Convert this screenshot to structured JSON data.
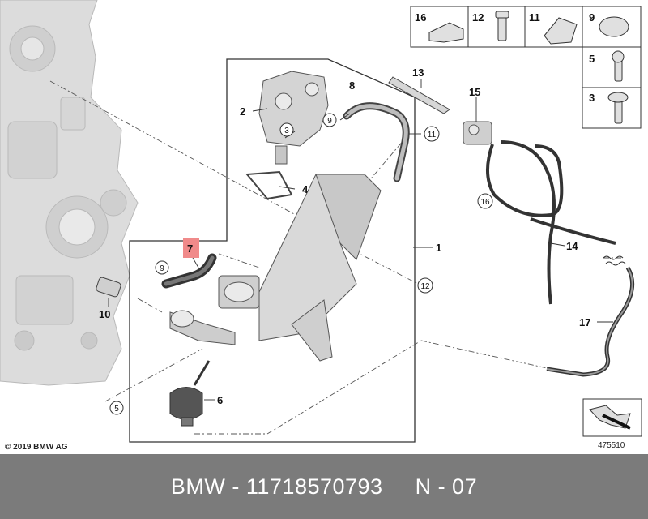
{
  "diagram": {
    "copyright": "© 2019 BMW AG",
    "reference_number": "475510",
    "highlighted_label": "7",
    "highlight_color": "#f08a8a",
    "labels": [
      "1",
      "2",
      "3",
      "4",
      "5",
      "6",
      "7",
      "8",
      "9",
      "10",
      "11",
      "12",
      "13",
      "14",
      "15",
      "16",
      "17"
    ],
    "legend": [
      {
        "number": "16"
      },
      {
        "number": "12"
      },
      {
        "number": "11"
      },
      {
        "number": "9"
      },
      {
        "number": "5"
      },
      {
        "number": "3"
      }
    ]
  },
  "footer": {
    "text": "BMW - 11718570793     N - 07"
  }
}
